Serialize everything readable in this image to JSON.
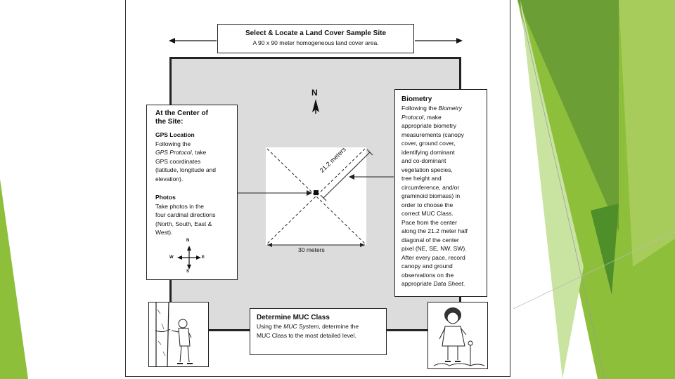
{
  "colors": {
    "accent_green": "#8dbf3b",
    "dark_green": "#4f8f2a",
    "site_gray": "#dcdcdc"
  },
  "header": {
    "title": "Select & Locate a Land Cover Sample Site",
    "subtitle": "A 90 x 90 meter homogeneous land cover area."
  },
  "center_box": {
    "title_line1": "At the Center of",
    "title_line2": "the Site:",
    "gps_heading": "GPS Location",
    "gps_l1": "Following the",
    "gps_l2a": "GPS Protocol",
    "gps_l2b": ", take",
    "gps_l3": "GPS coordinates",
    "gps_l4": "(latitude, longitude and",
    "gps_l5": "elevation).",
    "photos_heading": "Photos",
    "photos_l1": "Take photos in the",
    "photos_l2": "four cardinal directions",
    "photos_l3": "(North, South, East &",
    "photos_l4": "West).",
    "compass_n": "N",
    "compass_s": "S",
    "compass_e": "E",
    "compass_w": "W"
  },
  "north_label": "N",
  "pixel": {
    "diag_label": "21.2 meters",
    "width_label": "30 meters"
  },
  "biometry": {
    "heading": "Biometry",
    "l1": "Following the ",
    "l1i": "Biometry",
    "l2i": "Protocol",
    "l2b": ", make",
    "l3": "appropriate biometry",
    "l4": "measurements (canopy",
    "l5": "cover, ground cover,",
    "l6": "identifying dominant",
    "l7": "and co-dominant",
    "l8": "vegetation species,",
    "l9": "tree height and",
    "l10": "circumference, and/or",
    "l11": "graminoid biomass) in",
    "l12": "order to choose the",
    "l13": "correct MUC Class.",
    "l14": "Pace from the center",
    "l15": "along the 21.2 meter half",
    "l16": "diagonal of the center",
    "l17": "pixel (NE, SE, NW, SW).",
    "l18": "After every pace, record",
    "l19": "canopy and ground",
    "l20": "observations on the",
    "l21a": "appropriate ",
    "l21i": "Data Sheet",
    "l21b": "."
  },
  "muc": {
    "heading": "Determine MUC Class",
    "l1a": "Using the ",
    "l1i": "MUC System",
    "l1b": ", determine the",
    "l2": "MUC Class to the most detailed level."
  }
}
